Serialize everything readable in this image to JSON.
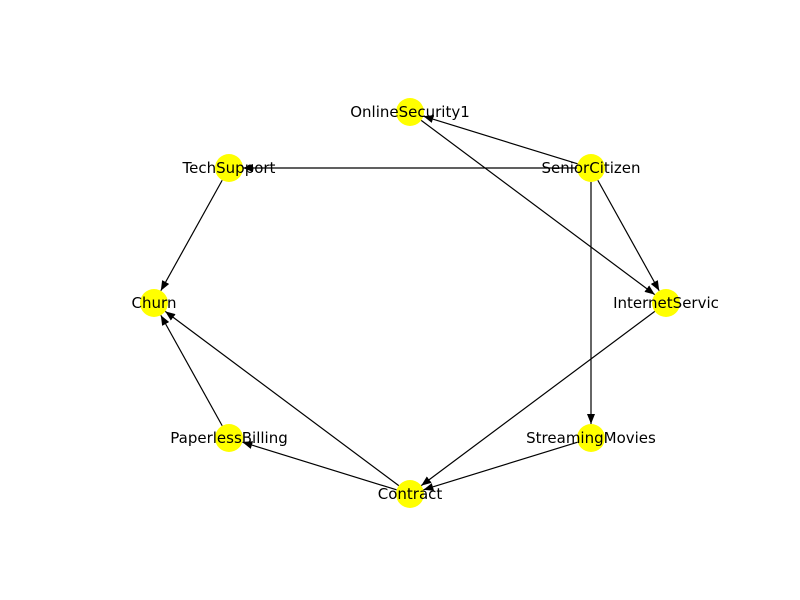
{
  "colors": {
    "node_fill": "#ffff00",
    "edge": "#000000",
    "label": "#000000",
    "background": "#ffffff"
  },
  "nodes": [
    {
      "id": "OnlineSecurity1",
      "label": "OnlineSecurity1"
    },
    {
      "id": "SeniorCitizen",
      "label": "SeniorCitizen"
    },
    {
      "id": "TechSupport",
      "label": "TechSupport"
    },
    {
      "id": "Churn",
      "label": "Churn"
    },
    {
      "id": "InternetServic",
      "label": "InternetServic"
    },
    {
      "id": "PaperlessBilling",
      "label": "PaperlessBilling"
    },
    {
      "id": "StreamingMovies",
      "label": "StreamingMovies"
    },
    {
      "id": "Contract",
      "label": "Contract"
    }
  ],
  "edges": [
    {
      "source": "SeniorCitizen",
      "target": "OnlineSecurity1"
    },
    {
      "source": "SeniorCitizen",
      "target": "TechSupport"
    },
    {
      "source": "SeniorCitizen",
      "target": "InternetServic"
    },
    {
      "source": "SeniorCitizen",
      "target": "StreamingMovies"
    },
    {
      "source": "OnlineSecurity1",
      "target": "InternetServic"
    },
    {
      "source": "TechSupport",
      "target": "Churn"
    },
    {
      "source": "InternetServic",
      "target": "Contract"
    },
    {
      "source": "StreamingMovies",
      "target": "Contract"
    },
    {
      "source": "Contract",
      "target": "PaperlessBilling"
    },
    {
      "source": "Contract",
      "target": "Churn"
    },
    {
      "source": "PaperlessBilling",
      "target": "Churn"
    }
  ]
}
